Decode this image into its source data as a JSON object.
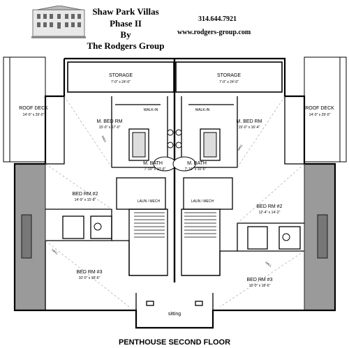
{
  "header": {
    "line1": "Shaw Park Villas",
    "line2": "Phase II",
    "line3": "By",
    "line4": "The Rodgers Group",
    "phone": "314.644.7921",
    "website": "www.rodgers-group.com",
    "logo_icon": "building-logo-icon"
  },
  "rooms": {
    "storage_left_name": "STORAGE",
    "storage_left_dim": "7'-0\" x 24'-0\"",
    "storage_right_name": "STORAGE",
    "storage_right_dim": "7'-0\" x 24'-0\"",
    "roof_deck_left_name": "ROOF DECK",
    "roof_deck_left_dim": "14'-0\" x 29'-0\"",
    "roof_deck_right_name": "ROOF DECK",
    "roof_deck_right_dim": "14'-0\" x 29'-0\"",
    "walkin_left": "WALK-IN",
    "walkin_right": "WALK-IN",
    "mbed_left_name": "M. BED RM",
    "mbed_left_dim": "15'-0\" x 17'-0\"",
    "mbed_right_name": "M. BED RM",
    "mbed_right_dim": "15'-0\" x 16'-4\"",
    "mbath_left_name": "M. BATH",
    "mbath_left_dim": "7'-10\" x 10'-6\"",
    "mbath_right_name": "M. BATH",
    "mbath_right_dim": "7'-10\" x 10'-6\"",
    "bed2_left_name": "BED RM #2",
    "bed2_left_dim": "14'-9\" x 15'-8\"",
    "bed2_right_name": "BED RM #2",
    "bed2_right_dim": "12'-4\" x 14'-2\"",
    "laun_left": "LAUN / MECH",
    "laun_right": "LAUN / MECH",
    "bed3_left_name": "BED RM #3",
    "bed3_left_dim": "10'-0\" x 18'-6\"",
    "bed3_right_name": "BED RM #3",
    "bed3_right_dim": "10'-0\" x 18'-6\"",
    "hall_left_top": "HALL",
    "hall_right_top": "HALL",
    "hall_left_bottom": "HALL",
    "hall_right_bottom": "HALL",
    "sitting": "sitting"
  },
  "footer": {
    "title": "PENTHOUSE SECOND FLOOR"
  }
}
